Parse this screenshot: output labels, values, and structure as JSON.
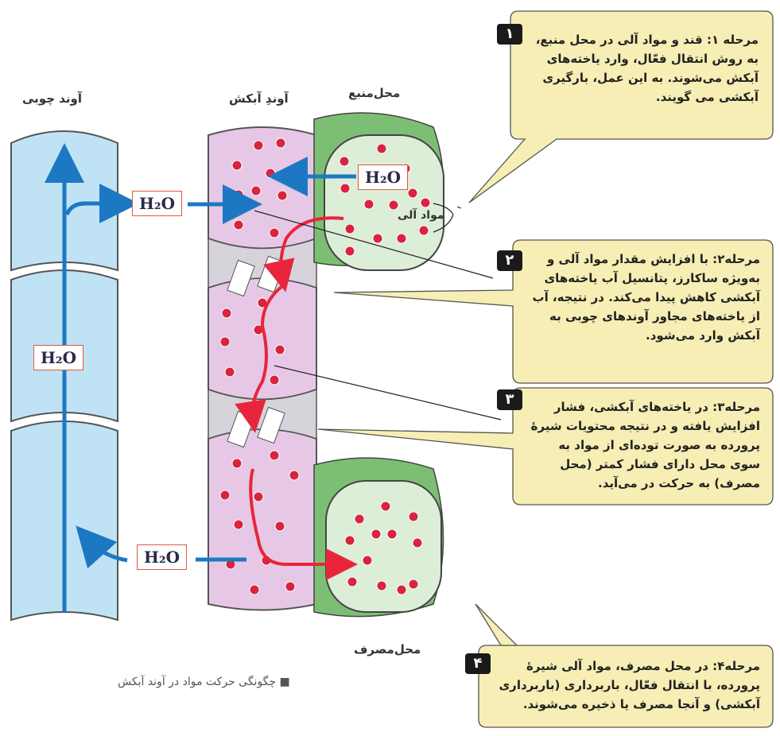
{
  "titles": {
    "xylem": "آوند چوبی",
    "phloem": "آوندِ آبکش",
    "source": "محل‌منبع",
    "sink": "محل‌مصرف",
    "organic": "مواد آلی"
  },
  "h2o": {
    "top_right": "H₂O",
    "top_left": "H₂O",
    "middle": "H₂O",
    "bottom": "H₂O"
  },
  "steps": [
    {
      "num": "۱",
      "text": "مرحله ۱: قند و مواد آلی در محل منبع، به روش انتقال فعّال، وارد یاخته‌های آبکش می‌شوند. به این عمل، بارگیری آبکشی می گویند."
    },
    {
      "num": "۲",
      "text": "مرحله۲: با افزایش مقدار مواد آلی و به‌ویژه ساکارز، پتانسیل آب یاخته‌های آبکشی کاهش پیدا می‌کند. در نتیجه، آب از یاخته‌های مجاور آوندهای چوبی به آبکش وارد می‌شود."
    },
    {
      "num": "۳",
      "text": "مرحله۳: در یاخته‌های آبکشی، فشار افزایش یافته و در نتیجه محتویات شیرۀ پرورده به صورت توده‌ای از مواد به سوی محل دارای فشار کمتر (محل مصرف) به حرکت در می‌آید."
    },
    {
      "num": "۴",
      "text": "مرحله۴: در محل مصرف، مواد آلی شیرۀ پرورده، با انتقال فعّال، باربرداری (باربرداری آبکشی) و آنجا مصرف یا ذخیره می‌شوند."
    }
  ],
  "caption": "■ چگونگی حرکت مواد در آوند آبکش",
  "colors": {
    "xylem": "#bfe3f5",
    "phloem": "#e6c8e6",
    "cell_fill": "#dcedd8",
    "cell_wall": "#7cbf74",
    "dot": "#d8243f",
    "arrow_blue": "#1d78c3",
    "arrow_red": "#e8253a",
    "callout_fill": "#f6eeb4"
  }
}
